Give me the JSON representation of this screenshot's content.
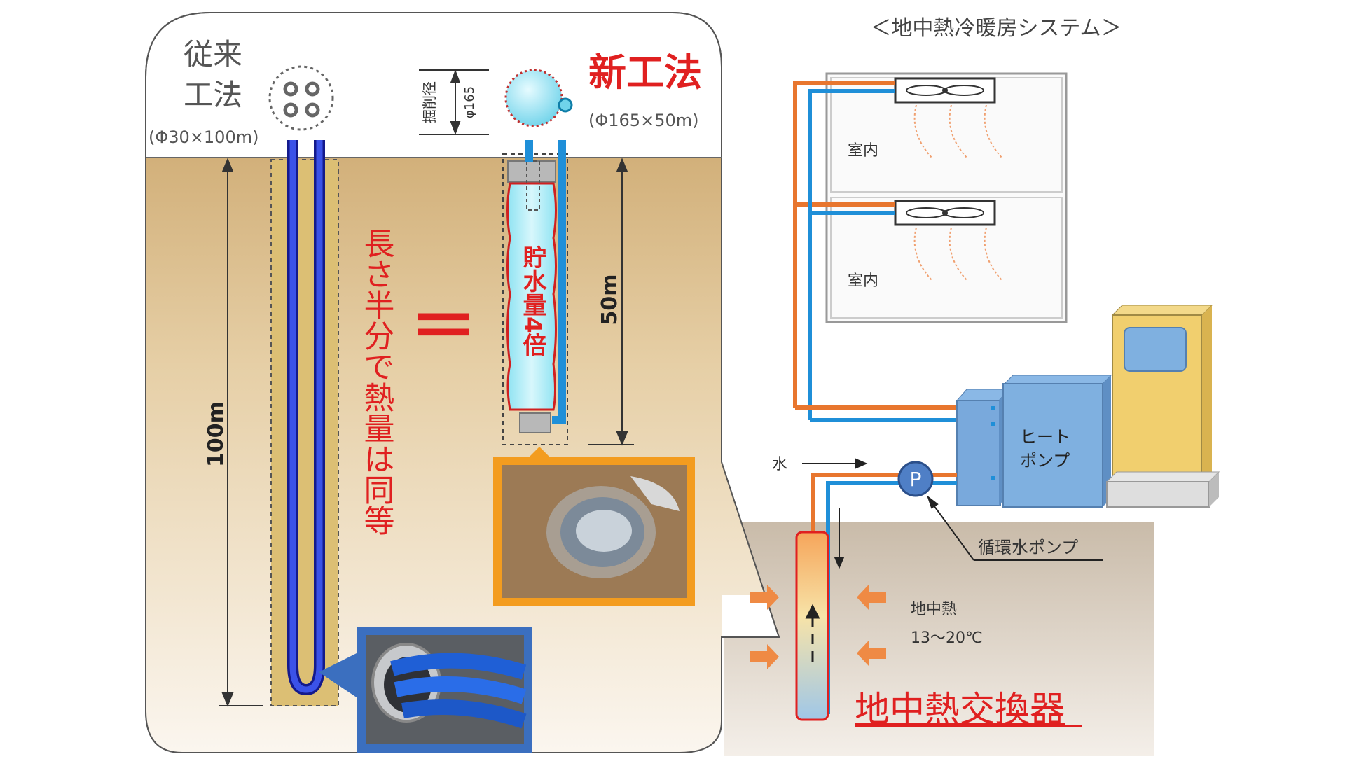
{
  "system_title": "＜地中熱冷暖房システム＞",
  "conventional": {
    "label_line1": "従来",
    "label_line2": "工法",
    "spec": "(Φ30×100m)",
    "depth_label": "100m"
  },
  "new_method": {
    "title": "新工法",
    "spec": "(Φ165×50m)",
    "bore_label_line1": "掘削径",
    "bore_label_line2": "φ165",
    "storage_label": "貯水量4倍",
    "depth_label": "50m"
  },
  "comparison": {
    "equals": "＝",
    "note": "長さ半分で熱量は同等"
  },
  "system": {
    "room_upper": "室内",
    "room_lower": "室内",
    "heat_pump_line1": "ヒート",
    "heat_pump_line2": "ポンプ",
    "water_label": "水",
    "pump_symbol": "P",
    "pump_label": "循環水ポンプ",
    "ground_heat_label": "地中熱",
    "ground_temp": "13～20℃",
    "exchanger_label": "地中熱交換器"
  },
  "colors": {
    "accent_red": "#e02020",
    "pipe_blue": "#1f8fd8",
    "pipe_orange": "#e8762e",
    "ground": "#d8b98a",
    "soil_column": "#dcbf74"
  }
}
